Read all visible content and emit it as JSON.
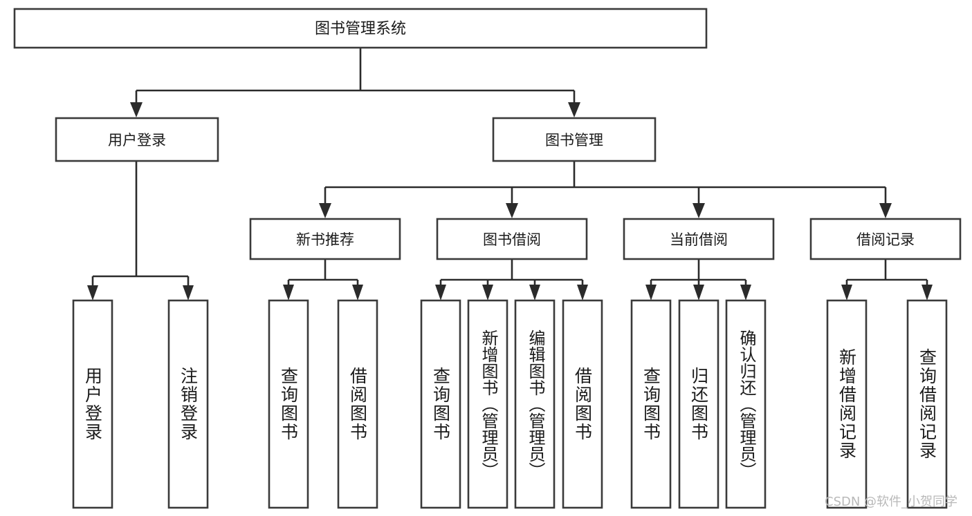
{
  "diagram": {
    "type": "tree",
    "title": "图书管理系统",
    "watermark": "CSDN @软件_小贺同学",
    "levels": {
      "root": {
        "label": "图书管理系统"
      },
      "level2": [
        {
          "id": "user-login",
          "label": "用户登录"
        },
        {
          "id": "book-management",
          "label": "图书管理"
        }
      ],
      "level3": [
        {
          "id": "new-book-recommend",
          "label": "新书推荐",
          "parent": "book-management"
        },
        {
          "id": "book-borrow",
          "label": "图书借阅",
          "parent": "book-management"
        },
        {
          "id": "current-borrow",
          "label": "当前借阅",
          "parent": "book-management"
        },
        {
          "id": "borrow-record",
          "label": "借阅记录",
          "parent": "book-management"
        }
      ],
      "leaves": [
        {
          "id": "leaf-user-login",
          "label": "用户登录",
          "parent": "user-login"
        },
        {
          "id": "leaf-logout-login",
          "label": "注销登录",
          "parent": "user-login"
        },
        {
          "id": "leaf-query-book-1",
          "label": "查询图书",
          "parent": "new-book-recommend"
        },
        {
          "id": "leaf-borrow-book-1",
          "label": "借阅图书",
          "parent": "new-book-recommend"
        },
        {
          "id": "leaf-query-book-2",
          "label": "查询图书",
          "parent": "book-borrow"
        },
        {
          "id": "leaf-add-book",
          "label": "新增图书（管理员）",
          "parent": "book-borrow"
        },
        {
          "id": "leaf-edit-book",
          "label": "编辑图书（管理员）",
          "parent": "book-borrow"
        },
        {
          "id": "leaf-borrow-book-2",
          "label": "借阅图书",
          "parent": "book-borrow"
        },
        {
          "id": "leaf-query-book-3",
          "label": "查询图书",
          "parent": "current-borrow"
        },
        {
          "id": "leaf-return-book",
          "label": "归还图书",
          "parent": "current-borrow"
        },
        {
          "id": "leaf-confirm-return",
          "label": "确认归还（管理员）",
          "parent": "current-borrow"
        },
        {
          "id": "leaf-add-record",
          "label": "新增借阅记录",
          "parent": "borrow-record"
        },
        {
          "id": "leaf-query-record",
          "label": "查询借阅记录",
          "parent": "borrow-record"
        }
      ]
    },
    "colors": {
      "box_stroke": "#3a3a3a",
      "connector": "#2b2b2b",
      "background": "#ffffff",
      "text": "#1a1a1a",
      "watermark": "#b9b9b9"
    }
  }
}
